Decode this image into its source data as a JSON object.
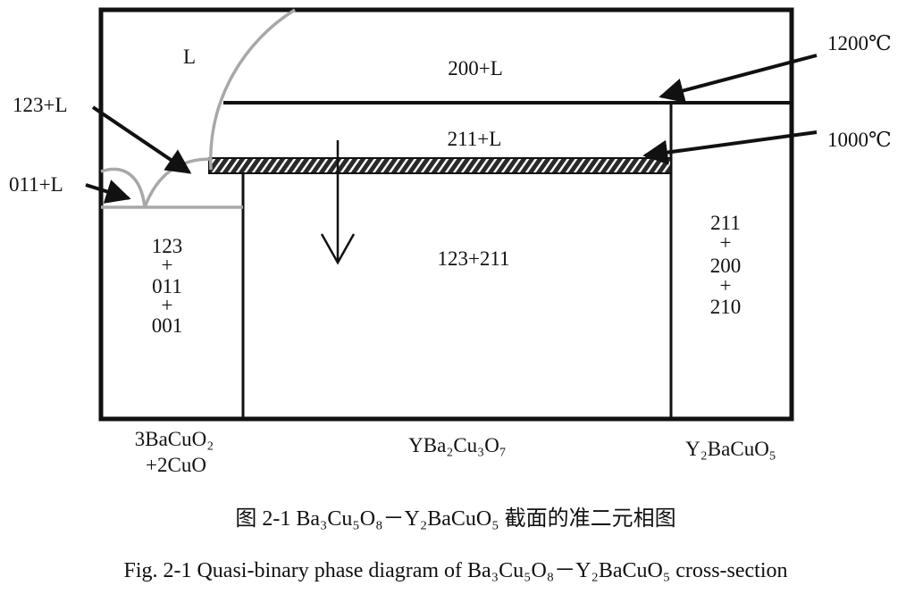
{
  "regions": {
    "liquid": "L",
    "r200_L": "200+L",
    "r211_L": "211+L",
    "r123_211": "123+211",
    "left_lines": [
      "123",
      "+",
      "011",
      "+",
      "001"
    ],
    "right_lines": [
      "211",
      "+",
      "200",
      "+",
      "210"
    ]
  },
  "callouts": {
    "t1200": "1200℃",
    "t1000": "1000℃",
    "r123_L": "123+L",
    "r011_L": "011+L"
  },
  "axis": {
    "left_line1": "3BaCuO₂",
    "left_line2": "+2CuO",
    "middle": "YBa₂Cu₃O₇",
    "right": "Y₂BaCuO₅"
  },
  "caption": {
    "chinese": "图 2-1 Ba₃Cu₅O₈－Y₂BaCuO₅ 截面的准二元相图",
    "english": "Fig. 2-1 Quasi-binary phase diagram of Ba₃Cu₅O₈－Y₂BaCuO₅ cross-section"
  },
  "colors": {
    "frame": "#111111",
    "liquidus": "#a8a8a8",
    "hatch_fill": "#ffffff"
  }
}
